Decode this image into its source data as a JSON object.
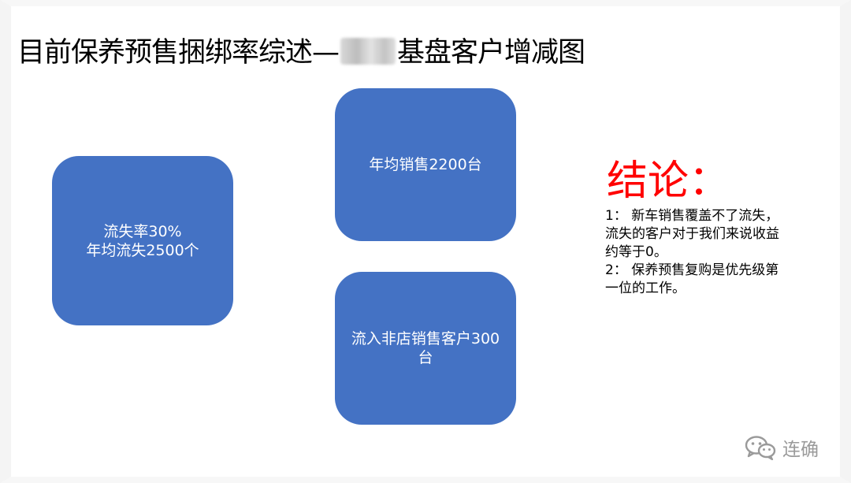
{
  "title": {
    "before": "目前保养预售捆绑率综述—",
    "after": "基盘客户增减图"
  },
  "boxes": {
    "left": {
      "line1": "流失率30%",
      "line2": "年均流失2500个"
    },
    "top": {
      "line1": "年均销售2200台"
    },
    "bottom": {
      "line1": "流入非店销售客户300",
      "line2": "台"
    }
  },
  "conclusion": {
    "heading": "结论：",
    "lines": [
      "1：  新车销售覆盖不了流失，",
      "流失的客户对于我们来说收益",
      "约等于0。",
      "2：  保养预售复购是优先级第",
      "一位的工作。"
    ]
  },
  "watermark": {
    "icon": "wechat-icon",
    "text": "连确"
  },
  "colors": {
    "box_fill": "#4472c4",
    "conclusion_heading": "#ff0000"
  }
}
